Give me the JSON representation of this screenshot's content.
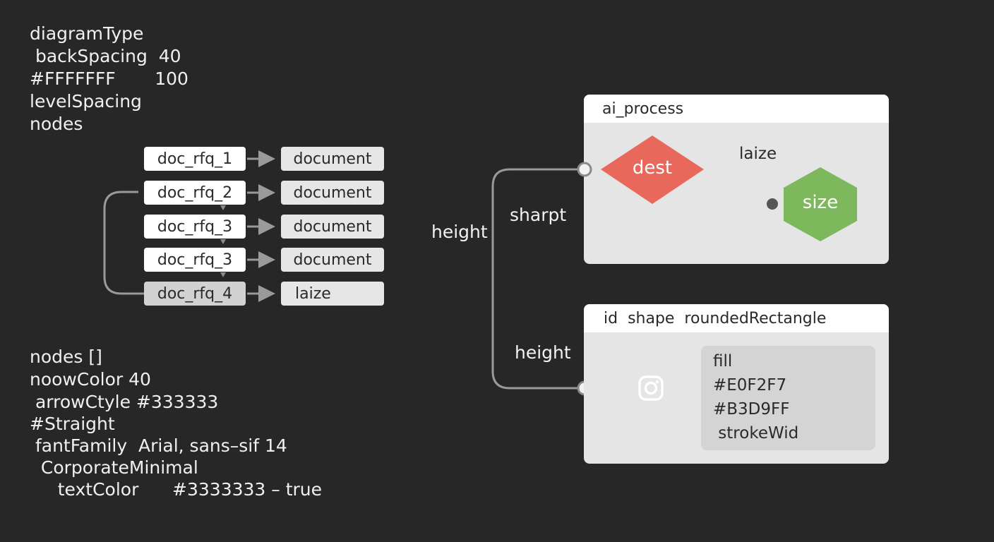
{
  "config_top": [
    "diagramType",
    " backSpacing  40",
    "#FFFFFFF       100",
    "levelSpacing",
    "nodes"
  ],
  "config_bottom": [
    "nodes []",
    "noowColor 40",
    " arrowCtyle #333333",
    "#Straight",
    " fantFamily  Arial, sans–sif 14",
    "  CorporateMinimal",
    "     textColor      #3333333 – true"
  ],
  "left_nodes": [
    "doc_rfq_1",
    "doc_rfq_2",
    "doc_rfq_3",
    "doc_rfq_3",
    "doc_rfq_4"
  ],
  "target_nodes": [
    "document",
    "document",
    "document",
    "document",
    "laize"
  ],
  "labels": {
    "height_left": "height",
    "sharpt": "sharpt",
    "height_bottom": "height",
    "laize": "laize"
  },
  "panel_top": {
    "title": "ai_process",
    "dest": "dest",
    "size": "size"
  },
  "panel_bottom": {
    "title": "id  shape  roundedRectangle",
    "icon": "instagram-icon",
    "props": [
      "fill",
      "#E0F2F7",
      "#B3D9FF",
      " strokeWid"
    ]
  },
  "colors": {
    "background": "#272727",
    "red_node": "#E8695C",
    "green_node": "#7DB85C",
    "connector": "#9a9a9a"
  }
}
